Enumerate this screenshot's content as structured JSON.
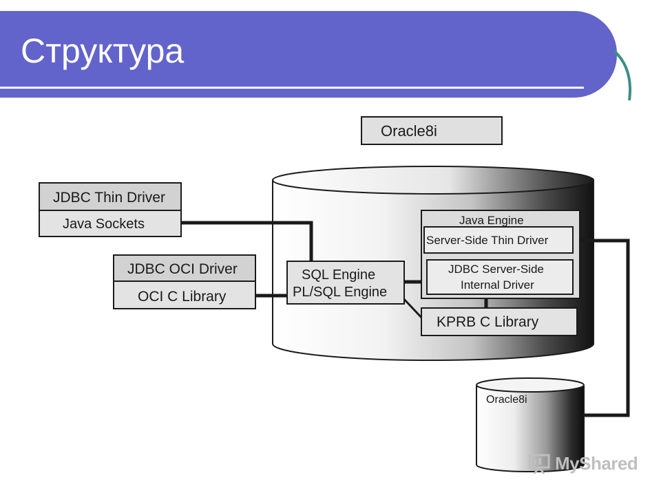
{
  "slide": {
    "title": "Структура"
  },
  "diagram": {
    "top_label": "Oracle8i",
    "left_blocks": {
      "jdbc_thin_driver": "JDBC Thin Driver",
      "java_sockets": "Java Sockets",
      "jdbc_oci_driver": "JDBC OCI Driver",
      "oci_c_library": "OCI C Library"
    },
    "engine_box": {
      "line1": "SQL Engine",
      "line2": "PL/SQL Engine"
    },
    "java_engine": {
      "label": "Java Engine",
      "server_side_thin_driver": "Server-Side Thin Driver",
      "jdbc_server_side_line1": "JDBC Server-Side",
      "jdbc_server_side_line2": "Internal Driver"
    },
    "kprb_c_library": "KPRB C Library",
    "small_db_label": "Oracle8i"
  },
  "watermark": {
    "text": "MyShared"
  },
  "colors": {
    "title_bar": "#6363cc",
    "box_fill": "#e0e0e0",
    "box_fill_dark": "#d2d2d2",
    "line": "#1a1a1a",
    "teal": "#3b8f86"
  }
}
